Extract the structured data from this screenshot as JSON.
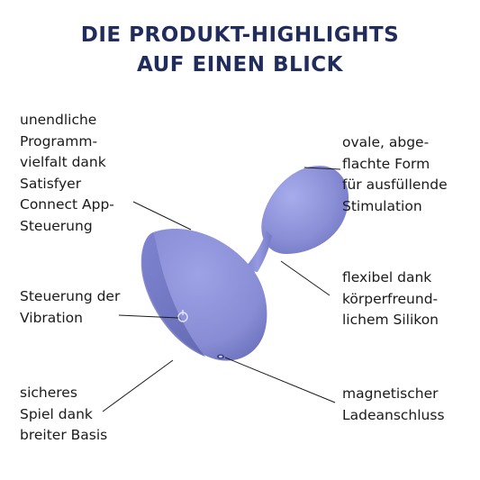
{
  "heading": {
    "line1": "DIE PRODUKT-HIGHLIGHTS",
    "line2": "AUF EINEN BLICK"
  },
  "features": {
    "left": [
      {
        "text": "unendliche\nProgramm-\nvielfalt dank\nSatisfyer\nConnect App-\nSteuerung"
      },
      {
        "text": "Steuerung der\nVibration"
      },
      {
        "text": "sicheres\nSpiel dank\nbreiter Basis"
      }
    ],
    "right": [
      {
        "text": "ovale, abge-\nflachte Form\nfür ausfüllende\nStimulation"
      },
      {
        "text": "flexibel dank\nkörperfreund-\nlichem Silikon"
      },
      {
        "text": "magnetischer\nLadeanschluss"
      }
    ]
  },
  "colors": {
    "heading": "#1f2c5c",
    "product": "#8a8fd6",
    "line": "#1a1a1a"
  }
}
